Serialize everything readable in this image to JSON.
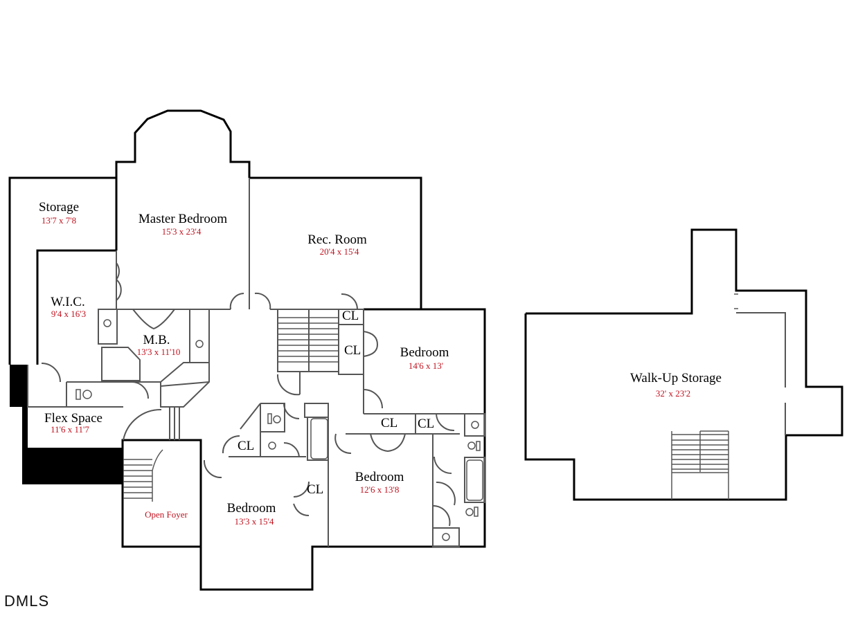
{
  "rooms": [
    {
      "id": "storage",
      "name": "Storage",
      "dims": "13'7 x 7'8"
    },
    {
      "id": "master-bedroom",
      "name": "Master Bedroom",
      "dims": "15'3 x 23'4"
    },
    {
      "id": "rec-room",
      "name": "Rec. Room",
      "dims": "20'4 x 15'4"
    },
    {
      "id": "wic",
      "name": "W.I.C.",
      "dims": "9'4 x 16'3"
    },
    {
      "id": "master-bath",
      "name": "M.B.",
      "dims": "13'3 x 11'10"
    },
    {
      "id": "bedroom-2",
      "name": "Bedroom",
      "dims": "14'6 x 13'"
    },
    {
      "id": "flex-space",
      "name": "Flex Space",
      "dims": "11'6 x 11'7"
    },
    {
      "id": "bedroom-3",
      "name": "Bedroom",
      "dims": "12'6 x 13'8"
    },
    {
      "id": "bedroom-4",
      "name": "Bedroom",
      "dims": "13'3 x 15'4"
    },
    {
      "id": "walk-up-storage",
      "name": "Walk-Up Storage",
      "dims": "32' x 23'2"
    }
  ],
  "closets": [
    "CL",
    "CL",
    "CL",
    "CL",
    "CL",
    "CL"
  ],
  "open_foyer": "Open Foyer",
  "watermark": "DMLS"
}
